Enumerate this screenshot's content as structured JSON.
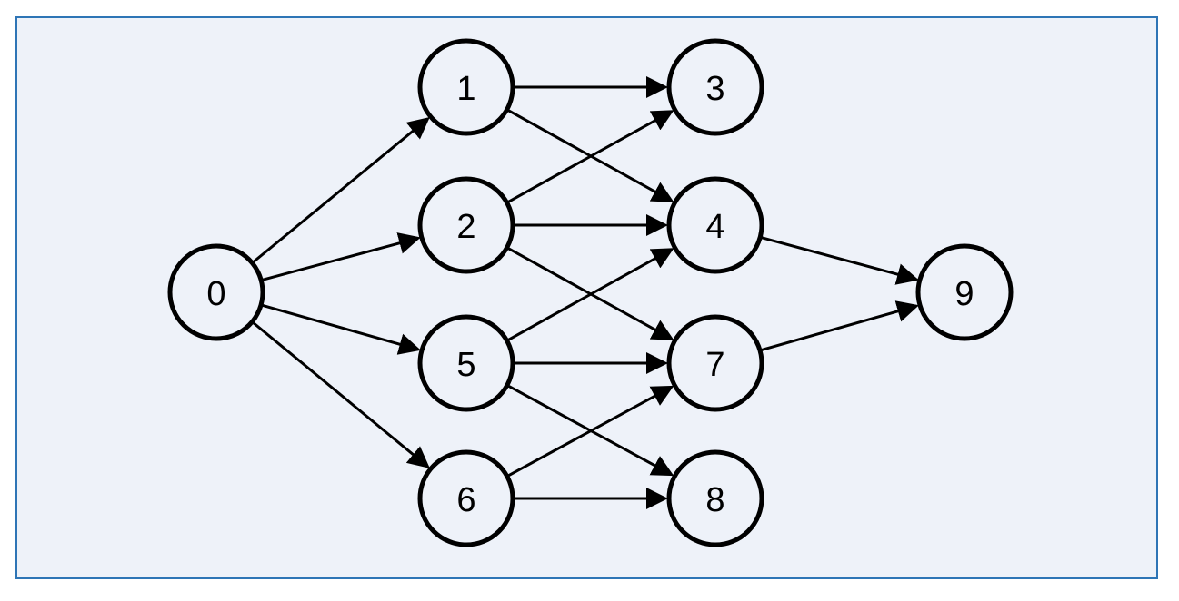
{
  "diagram": {
    "type": "directed-graph",
    "colors": {
      "background": "#EEF2F9",
      "frame_border": "#2E75B6",
      "node_stroke": "#000000",
      "edge": "#000000"
    },
    "nodes": [
      {
        "id": "0",
        "label": "0"
      },
      {
        "id": "1",
        "label": "1"
      },
      {
        "id": "2",
        "label": "2"
      },
      {
        "id": "3",
        "label": "3"
      },
      {
        "id": "4",
        "label": "4"
      },
      {
        "id": "5",
        "label": "5"
      },
      {
        "id": "6",
        "label": "6"
      },
      {
        "id": "7",
        "label": "7"
      },
      {
        "id": "8",
        "label": "8"
      },
      {
        "id": "9",
        "label": "9"
      }
    ],
    "edges": [
      {
        "from": "0",
        "to": "1"
      },
      {
        "from": "0",
        "to": "2"
      },
      {
        "from": "0",
        "to": "5"
      },
      {
        "from": "0",
        "to": "6"
      },
      {
        "from": "1",
        "to": "3"
      },
      {
        "from": "1",
        "to": "4"
      },
      {
        "from": "2",
        "to": "3"
      },
      {
        "from": "2",
        "to": "4"
      },
      {
        "from": "2",
        "to": "7"
      },
      {
        "from": "5",
        "to": "4"
      },
      {
        "from": "5",
        "to": "7"
      },
      {
        "from": "5",
        "to": "8"
      },
      {
        "from": "6",
        "to": "7"
      },
      {
        "from": "6",
        "to": "8"
      },
      {
        "from": "4",
        "to": "9"
      },
      {
        "from": "7",
        "to": "9"
      }
    ]
  }
}
